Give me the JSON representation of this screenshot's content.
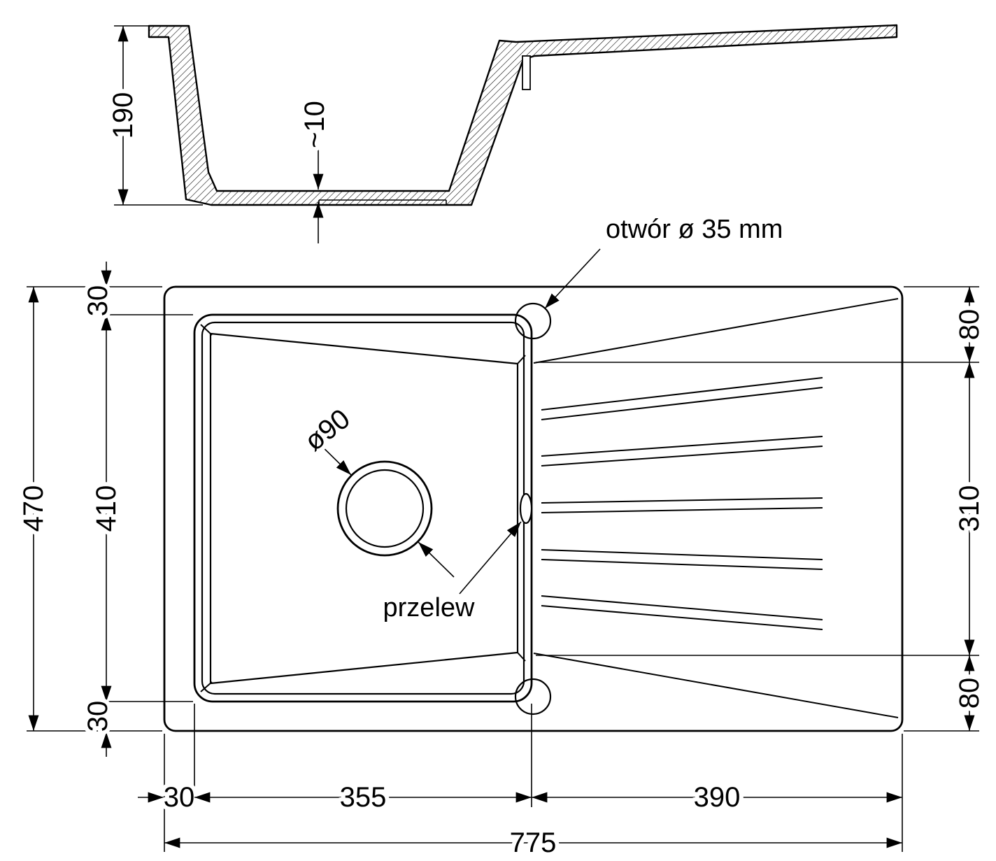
{
  "drawing": {
    "type": "kitchen sink technical dimension drawing",
    "units": "mm",
    "views": [
      "cross-section",
      "plan"
    ]
  },
  "labels": {
    "tap_hole": "otwór ø 35 mm",
    "overflow": "przelew",
    "drain": "ø90"
  },
  "dims": {
    "depth": "190",
    "bottom_step": "~10",
    "overall_width": "470",
    "basin_inner_width": "410",
    "margin_top": "30",
    "margin_bottom": "30",
    "margin_left": "30",
    "basin_length": "355",
    "drainer_length": "390",
    "overall_length": "775",
    "drainer_top": "80",
    "drainer_mid": "310",
    "drainer_bottom": "80"
  },
  "colors": {
    "line": "#000000",
    "background": "#ffffff"
  }
}
